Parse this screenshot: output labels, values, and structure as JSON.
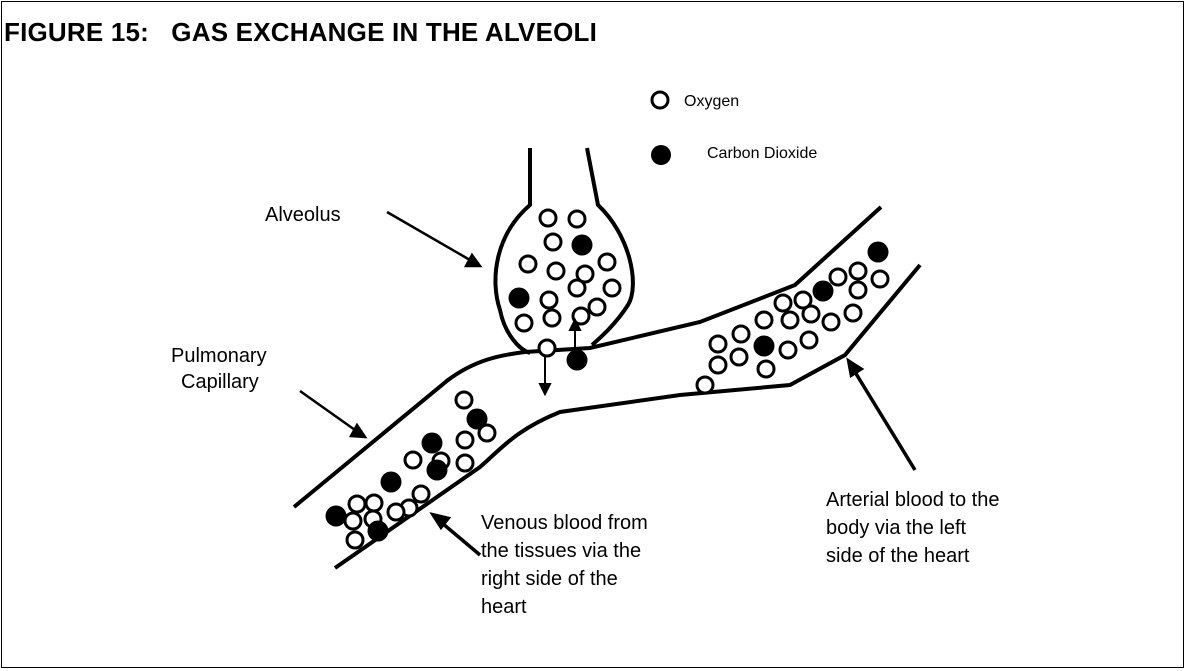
{
  "title": "FIGURE 15:   GAS EXCHANGE IN THE ALVEOLI",
  "legend": {
    "oxygen": "Oxygen",
    "carbon_dioxide": "Carbon Dioxide"
  },
  "labels": {
    "alveolus": "Alveolus",
    "pulmonary_capillary": [
      "Pulmonary",
      "Capillary"
    ],
    "venous_blood": [
      "Venous blood from",
      "the tissues via the",
      "right side of the",
      "heart"
    ],
    "arterial_blood": [
      "Arterial blood to the",
      "body via the left",
      "side of the heart"
    ]
  },
  "colors": {
    "line": "#000000",
    "background": "#ffffff"
  }
}
